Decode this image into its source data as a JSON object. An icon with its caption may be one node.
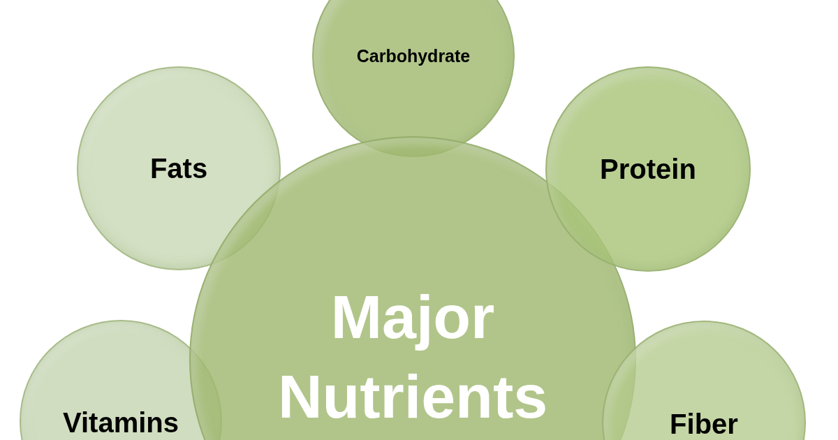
{
  "diagram": {
    "nodes": [
      {
        "text": [
          "Carbohydrate"
        ]
      },
      {
        "text": [
          "Fats"
        ]
      },
      {
        "text": [
          "Protein"
        ]
      },
      {
        "text": [
          "Major Nutrients"
        ]
      },
      {
        "text": [
          "Vitamins"
        ]
      },
      {
        "text": [
          "Fiber"
        ]
      }
    ]
  }
}
